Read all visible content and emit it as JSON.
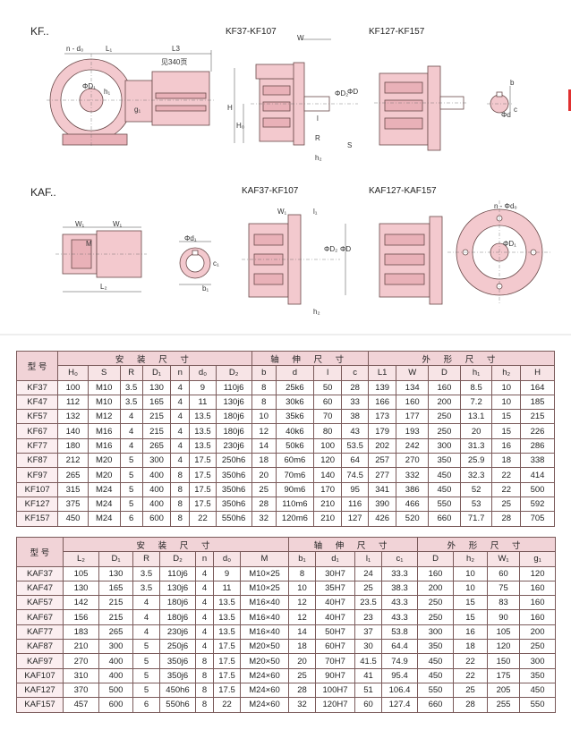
{
  "drawings": {
    "kf_section": "KF..",
    "kf_view2": "KF37-KF107",
    "kf_view3": "KF127-KF157",
    "kaf_section": "KAF..",
    "kaf_view2": "KAF37-KF107",
    "kaf_view3": "KAF127-KAF157",
    "see_page": "见340页",
    "dims": {
      "n_d0": "n - d₀",
      "L1": "L₁",
      "L3": "L3",
      "D1": "ΦD₁",
      "h1": "h₁",
      "g1": "g₁",
      "W": "W",
      "H": "H",
      "H0": "H₀",
      "R": "R",
      "S": "S",
      "D2": "ΦD₂",
      "D": "ΦD",
      "h2": "h₂",
      "l": "l",
      "b": "b",
      "c": "c",
      "d": "Φd",
      "W1": "W₁",
      "M": "M",
      "L2": "L₂",
      "d1": "Φd₁",
      "c1": "c₁",
      "b1": "b₁",
      "l1": "l₁",
      "n_phid0": "n - Φd₀"
    }
  },
  "table1": {
    "model_header": "型 号",
    "groups": [
      "安 装 尺 寸",
      "轴 伸 尺 寸",
      "外 形 尺 寸"
    ],
    "subheaders": [
      "H₀",
      "S",
      "R",
      "D₁",
      "n",
      "d₀",
      "D₂",
      "b",
      "d",
      "l",
      "c",
      "L1",
      "W",
      "D",
      "h₁",
      "h₂",
      "H"
    ],
    "rows": [
      [
        "KF37",
        "100",
        "M10",
        "3.5",
        "130",
        "4",
        "9",
        "110j6",
        "8",
        "25k6",
        "50",
        "28",
        "139",
        "134",
        "160",
        "8.5",
        "10",
        "164"
      ],
      [
        "KF47",
        "112",
        "M10",
        "3.5",
        "165",
        "4",
        "11",
        "130j6",
        "8",
        "30k6",
        "60",
        "33",
        "166",
        "160",
        "200",
        "7.2",
        "10",
        "185"
      ],
      [
        "KF57",
        "132",
        "M12",
        "4",
        "215",
        "4",
        "13.5",
        "180j6",
        "10",
        "35k6",
        "70",
        "38",
        "173",
        "177",
        "250",
        "13.1",
        "15",
        "215"
      ],
      [
        "KF67",
        "140",
        "M16",
        "4",
        "215",
        "4",
        "13.5",
        "180j6",
        "12",
        "40k6",
        "80",
        "43",
        "179",
        "193",
        "250",
        "20",
        "15",
        "226"
      ],
      [
        "KF77",
        "180",
        "M16",
        "4",
        "265",
        "4",
        "13.5",
        "230j6",
        "14",
        "50k6",
        "100",
        "53.5",
        "202",
        "242",
        "300",
        "31.3",
        "16",
        "286"
      ],
      [
        "KF87",
        "212",
        "M20",
        "5",
        "300",
        "4",
        "17.5",
        "250h6",
        "18",
        "60m6",
        "120",
        "64",
        "257",
        "270",
        "350",
        "25.9",
        "18",
        "338"
      ],
      [
        "KF97",
        "265",
        "M20",
        "5",
        "400",
        "8",
        "17.5",
        "350h6",
        "20",
        "70m6",
        "140",
        "74.5",
        "277",
        "332",
        "450",
        "32.3",
        "22",
        "414"
      ],
      [
        "KF107",
        "315",
        "M24",
        "5",
        "400",
        "8",
        "17.5",
        "350h6",
        "25",
        "90m6",
        "170",
        "95",
        "341",
        "386",
        "450",
        "52",
        "22",
        "500"
      ],
      [
        "KF127",
        "375",
        "M24",
        "5",
        "400",
        "8",
        "17.5",
        "350h6",
        "28",
        "110m6",
        "210",
        "116",
        "390",
        "466",
        "550",
        "53",
        "25",
        "592"
      ],
      [
        "KF157",
        "450",
        "M24",
        "6",
        "600",
        "8",
        "22",
        "550h6",
        "32",
        "120m6",
        "210",
        "127",
        "426",
        "520",
        "660",
        "71.7",
        "28",
        "705"
      ]
    ]
  },
  "table2": {
    "model_header": "型 号",
    "groups": [
      "安 装 尺 寸",
      "轴 伸 尺 寸",
      "外 形 尺 寸"
    ],
    "subheaders": [
      "L₂",
      "D₁",
      "R",
      "D₂",
      "n",
      "d₀",
      "M",
      "b₁",
      "d₁",
      "l₁",
      "c₁",
      "D",
      "h₂",
      "W₁",
      "g₁"
    ],
    "rows": [
      [
        "KAF37",
        "105",
        "130",
        "3.5",
        "110j6",
        "4",
        "9",
        "M10×25",
        "8",
        "30H7",
        "24",
        "33.3",
        "160",
        "10",
        "60",
        "120"
      ],
      [
        "KAF47",
        "130",
        "165",
        "3.5",
        "130j6",
        "4",
        "11",
        "M10×25",
        "10",
        "35H7",
        "25",
        "38.3",
        "200",
        "10",
        "75",
        "160"
      ],
      [
        "KAF57",
        "142",
        "215",
        "4",
        "180j6",
        "4",
        "13.5",
        "M16×40",
        "12",
        "40H7",
        "23.5",
        "43.3",
        "250",
        "15",
        "83",
        "160"
      ],
      [
        "KAF67",
        "156",
        "215",
        "4",
        "180j6",
        "4",
        "13.5",
        "M16×40",
        "12",
        "40H7",
        "23",
        "43.3",
        "250",
        "15",
        "90",
        "160"
      ],
      [
        "KAF77",
        "183",
        "265",
        "4",
        "230j6",
        "4",
        "13.5",
        "M16×40",
        "14",
        "50H7",
        "37",
        "53.8",
        "300",
        "16",
        "105",
        "200"
      ],
      [
        "KAF87",
        "210",
        "300",
        "5",
        "250j6",
        "4",
        "17.5",
        "M20×50",
        "18",
        "60H7",
        "30",
        "64.4",
        "350",
        "18",
        "120",
        "250"
      ],
      [
        "KAF97",
        "270",
        "400",
        "5",
        "350j6",
        "8",
        "17.5",
        "M20×50",
        "20",
        "70H7",
        "41.5",
        "74.9",
        "450",
        "22",
        "150",
        "300"
      ],
      [
        "KAF107",
        "310",
        "400",
        "5",
        "350j6",
        "8",
        "17.5",
        "M24×60",
        "25",
        "90H7",
        "41",
        "95.4",
        "450",
        "22",
        "175",
        "350"
      ],
      [
        "KAF127",
        "370",
        "500",
        "5",
        "450h6",
        "8",
        "17.5",
        "M24×60",
        "28",
        "100H7",
        "51",
        "106.4",
        "550",
        "25",
        "205",
        "450"
      ],
      [
        "KAF157",
        "457",
        "600",
        "6",
        "550h6",
        "8",
        "22",
        "M24×60",
        "32",
        "120H7",
        "60",
        "127.4",
        "660",
        "28",
        "255",
        "550"
      ]
    ]
  },
  "colors": {
    "body_fill": "#f3c9ce",
    "header_fill": "#f1d3d7",
    "line": "#7a5a5a"
  }
}
